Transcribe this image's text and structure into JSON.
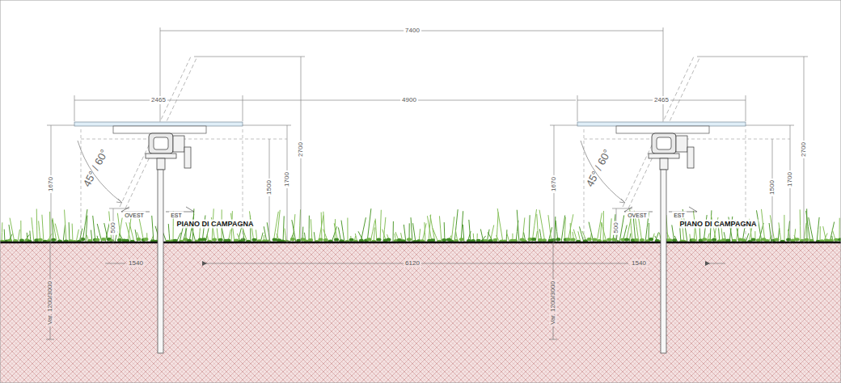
{
  "diagram": {
    "labels": [
      "7400",
      "2465",
      "4900",
      "2465",
      "1670",
      "45° / 60°",
      "500",
      "OVEST",
      "EST",
      "PIANO DI CAMPAGNA",
      "1500",
      "1700",
      "2700",
      "Var. 1200/3000",
      "1540",
      "6120",
      "1670",
      "45° / 60°",
      "500",
      "OVEST",
      "EST",
      "PIANO DI CAMPAGNA",
      "1500",
      "1700",
      "2700",
      "Var. 1200/3000",
      "1540"
    ]
  }
}
